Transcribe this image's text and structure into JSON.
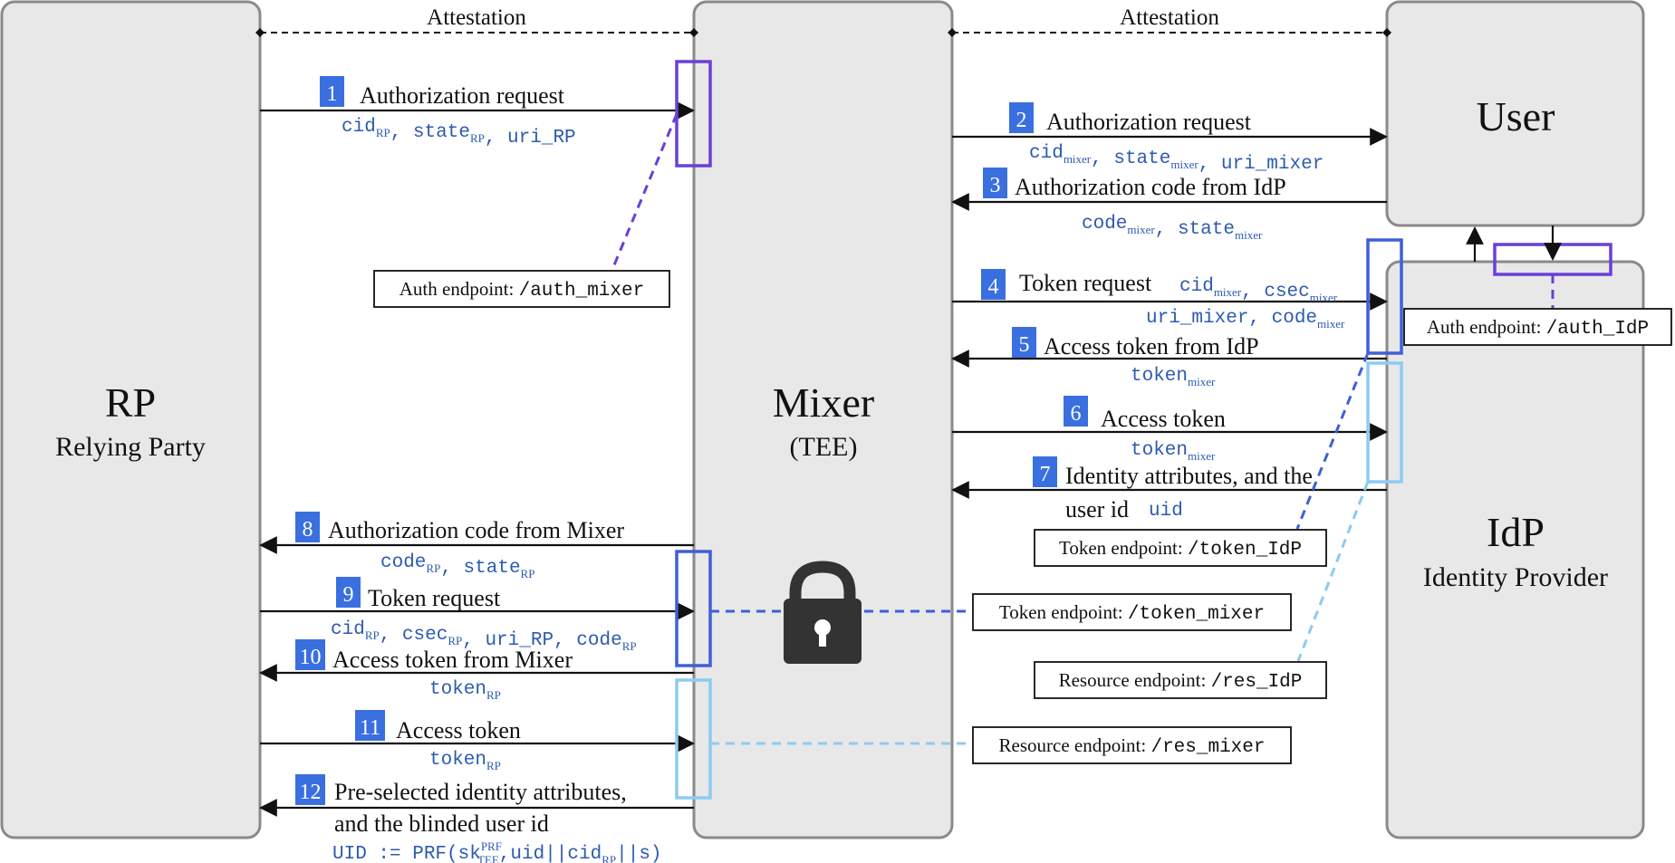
{
  "entities": {
    "rp": {
      "title": "RP",
      "subtitle": "Relying Party"
    },
    "mixer": {
      "title": "Mixer",
      "subtitle": "(TEE)"
    },
    "user": {
      "title": "User"
    },
    "idp": {
      "title": "IdP",
      "subtitle": "Identity Provider"
    }
  },
  "attestation": {
    "left": "Attestation",
    "right": "Attestation"
  },
  "steps": [
    {
      "num": "1",
      "label": "Authorization request",
      "params": [
        [
          "cid",
          "RP"
        ],
        [
          ", state",
          "RP"
        ],
        [
          ", uri_RP",
          ""
        ]
      ]
    },
    {
      "num": "2",
      "label": "Authorization request",
      "params": [
        [
          "cid",
          "mixer"
        ],
        [
          ", state",
          "mixer"
        ],
        [
          ", uri_mixer",
          ""
        ]
      ]
    },
    {
      "num": "3",
      "label": "Authorization code from IdP",
      "params": [
        [
          "code",
          "mixer"
        ],
        [
          ", state",
          "mixer"
        ]
      ]
    },
    {
      "num": "4",
      "label": "Token request",
      "params": [
        [
          "cid",
          "mixer"
        ],
        [
          ", csec",
          "mixer"
        ]
      ],
      "params2": [
        [
          "uri_mixer, code",
          "mixer"
        ]
      ]
    },
    {
      "num": "5",
      "label": "Access token from IdP",
      "params": [
        [
          "token",
          "mixer"
        ]
      ]
    },
    {
      "num": "6",
      "label": "Access token",
      "params": [
        [
          "token",
          "mixer"
        ]
      ]
    },
    {
      "num": "7",
      "label": "Identity attributes, and the",
      "label2": "user id",
      "params": [
        [
          "uid",
          ""
        ]
      ]
    },
    {
      "num": "8",
      "label": "Authorization code from Mixer",
      "params": [
        [
          "code",
          "RP"
        ],
        [
          ", state",
          "RP"
        ]
      ]
    },
    {
      "num": "9",
      "label": "Token request",
      "params": [
        [
          "cid",
          "RP"
        ],
        [
          ", csec",
          "RP"
        ],
        [
          ", uri_RP, code",
          "RP"
        ]
      ]
    },
    {
      "num": "10",
      "label": "Access token from Mixer",
      "params": [
        [
          "token",
          "RP"
        ]
      ]
    },
    {
      "num": "11",
      "label": "Access token",
      "params": [
        [
          "token",
          "RP"
        ]
      ]
    },
    {
      "num": "12",
      "label": "Pre-selected identity attributes,",
      "label2": "and the blinded user id",
      "uid_formula": {
        "pre": "UID := PRF(sk",
        "sup": "PRF",
        "sub": "TEE",
        "mid": ",uid||cid",
        "sub2": "RP",
        "post": "||s)"
      }
    }
  ],
  "endpoints": [
    {
      "text": "Auth endpoint: ",
      "code": "/auth_mixer"
    },
    {
      "text": "Auth endpoint: ",
      "code": "/auth_IdP"
    },
    {
      "text": "Token endpoint: ",
      "code": "/token_IdP"
    },
    {
      "text": "Token endpoint: ",
      "code": "/token_mixer"
    },
    {
      "text": "Resource endpoint: ",
      "code": "/res_IdP"
    },
    {
      "text": "Resource endpoint: ",
      "code": "/res_mixer"
    }
  ],
  "lock_icon": "padlock-icon",
  "colors": {
    "entity_fill": "#e8e8e8",
    "entity_stroke": "#8a8a8a",
    "badge": "#3a6fe0",
    "param_text": "#2d5bb0",
    "purple": "#6a3fd8",
    "blue": "#3f5fd8",
    "light_blue": "#8ecbf0"
  }
}
